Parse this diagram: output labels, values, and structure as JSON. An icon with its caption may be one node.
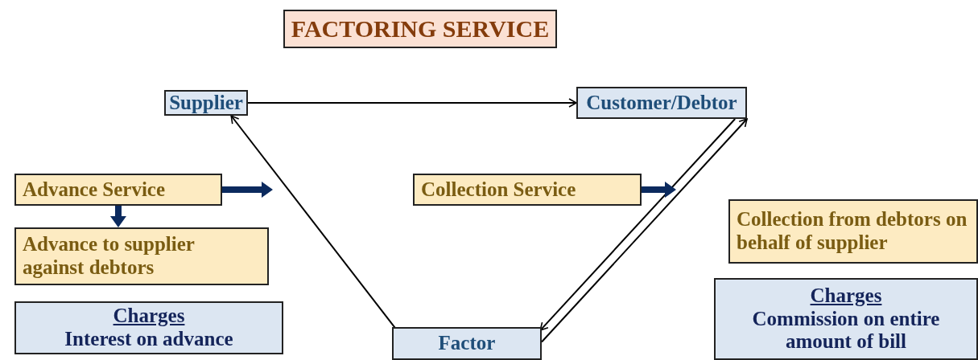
{
  "diagram": {
    "title": "FACTORING SERVICE",
    "nodes": [
      {
        "text": [
          "Supplier"
        ]
      },
      {
        "text": [
          "Customer/Debtor"
        ]
      },
      {
        "text": [
          "Factor"
        ]
      },
      {
        "text": [
          "Advance Service"
        ]
      },
      {
        "text": [
          "Advance to supplier against debtors"
        ]
      },
      {
        "text": [
          "Charges",
          "Interest on advance"
        ]
      },
      {
        "text": [
          "Collection Service"
        ]
      },
      {
        "text": [
          "Collection from debtors on behalf of supplier"
        ]
      },
      {
        "text": [
          "Charges",
          "Commission on entire amount of bill"
        ]
      }
    ],
    "edges": [
      {
        "from": 0,
        "to": 1,
        "arrow": "to"
      },
      {
        "from": 2,
        "to": 0,
        "arrow": "to"
      },
      {
        "from": 1,
        "to": 2,
        "arrow": "to"
      },
      {
        "from": 2,
        "to": 1,
        "arrow": "to"
      },
      {
        "from": 3,
        "to": null,
        "arrow": "to",
        "style": "thick",
        "color": "#0b2a5e"
      },
      {
        "from": 3,
        "to": 4,
        "arrow": "to",
        "style": "thick",
        "color": "#0b2a5e"
      },
      {
        "from": 6,
        "to": null,
        "arrow": "to",
        "style": "thick",
        "color": "#0b2a5e"
      }
    ]
  }
}
